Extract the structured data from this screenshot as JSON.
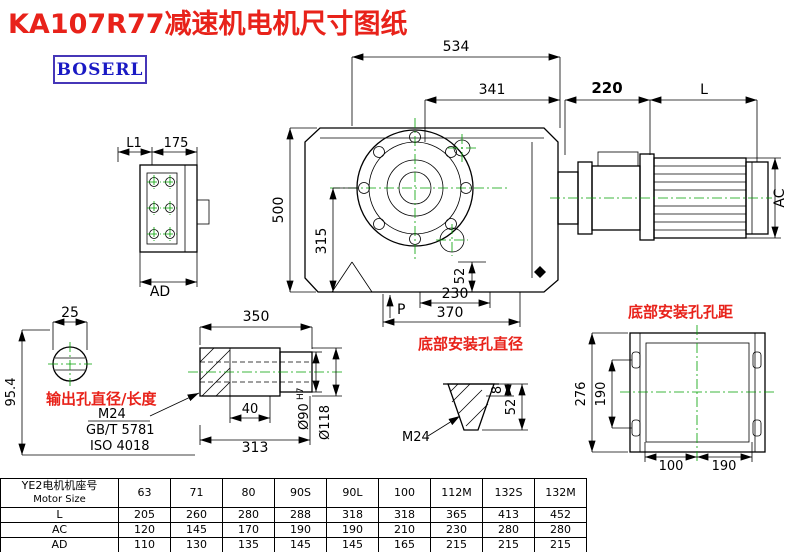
{
  "title": "KA107R77减速机电机尺寸图纸",
  "logo": "BOSERL",
  "colors": {
    "title_red": "#e8221a",
    "annotation_red": "#e8221a",
    "logo_text_blue": "#1a1ac4",
    "logo_border_purple": "#4636b8",
    "centerline_green": "#00a000",
    "line_black": "#000000",
    "background": "#ffffff"
  },
  "main_view": {
    "dim_534": "534",
    "dim_341": "341",
    "dim_220": "220",
    "dim_L": "L",
    "dim_500": "500",
    "dim_315": "315",
    "dim_52": "52",
    "dim_230": "230",
    "dim_370": "370",
    "label_P": "P",
    "dim_AC": "AC"
  },
  "side_view": {
    "dim_L1": "L1",
    "dim_175": "175",
    "dim_AD": "AD"
  },
  "shaft_section": {
    "dim_25": "25",
    "dim_95_4": "95.4"
  },
  "output_shaft": {
    "label_red": "输出孔直径/长度",
    "dim_350": "350",
    "dim_40": "40",
    "dim_313": "313",
    "bore_dia": "Ø90",
    "bore_tol": "H7",
    "outer_dia": "Ø118",
    "thread": "M24",
    "std1": "GB/T 5781",
    "std2": "ISO 4018"
  },
  "bottom_hole": {
    "label_red": "底部安装孔直径",
    "dim_8": "8",
    "dim_52": "52",
    "thread": "M24"
  },
  "base_view": {
    "label_red": "底部安装孔孔距",
    "dim_276": "276",
    "dim_190v": "190",
    "dim_100": "100",
    "dim_190h": "190"
  },
  "table": {
    "header_cn": "YE2电机机座号",
    "header_en": "Motor Size",
    "sizes": [
      "63",
      "71",
      "80",
      "90S",
      "90L",
      "100",
      "112M",
      "132S",
      "132M"
    ],
    "rows": [
      {
        "label": "L",
        "values": [
          "205",
          "260",
          "280",
          "288",
          "318",
          "318",
          "365",
          "413",
          "452"
        ]
      },
      {
        "label": "AC",
        "values": [
          "120",
          "145",
          "170",
          "190",
          "190",
          "210",
          "230",
          "280",
          "280"
        ]
      },
      {
        "label": "AD",
        "values": [
          "110",
          "130",
          "135",
          "145",
          "145",
          "165",
          "215",
          "215",
          "215"
        ]
      }
    ]
  }
}
